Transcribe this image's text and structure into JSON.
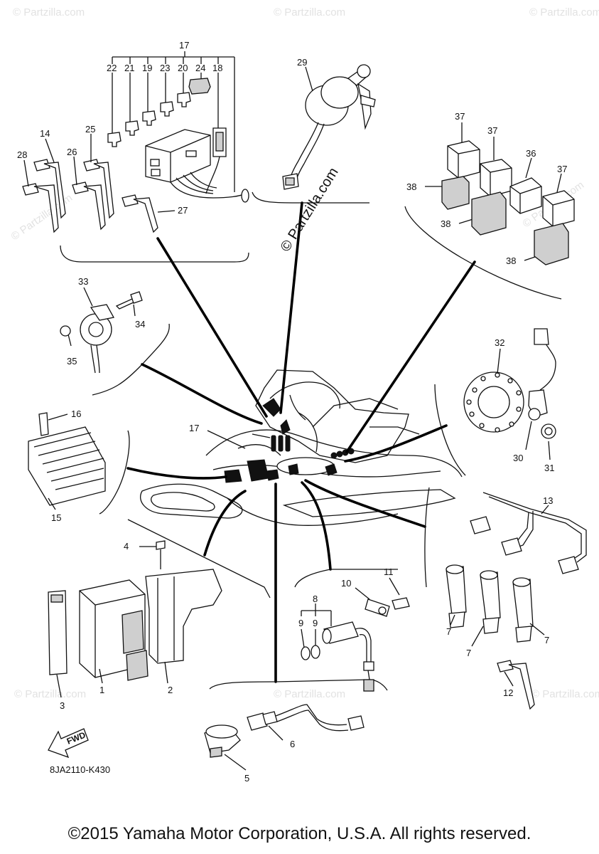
{
  "callouts": {
    "n1": "1",
    "n2": "2",
    "n3": "3",
    "n4": "4",
    "n5": "5",
    "n6": "6",
    "n7": "7",
    "n8": "8",
    "n9": "9",
    "n10": "10",
    "n11": "11",
    "n12": "12",
    "n13": "13",
    "n14": "14",
    "n15": "15",
    "n16": "16",
    "n17": "17",
    "n18": "18",
    "n19": "19",
    "n20": "20",
    "n21": "21",
    "n22": "22",
    "n23": "23",
    "n24": "24",
    "n25": "25",
    "n26": "26",
    "n27": "27",
    "n28": "28",
    "n29": "29",
    "n30": "30",
    "n31": "31",
    "n32": "32",
    "n33": "33",
    "n34": "34",
    "n35": "35",
    "n36": "36",
    "n37": "37",
    "n38": "38"
  },
  "fwd_label": "FWD",
  "diagram_code": "8JA2110-K430",
  "watermark": "© Partzilla.com",
  "watermark_large": "© Partzilla.com",
  "copyright": "©2015 Yamaha Motor Corporation, U.S.A. All rights reserved."
}
